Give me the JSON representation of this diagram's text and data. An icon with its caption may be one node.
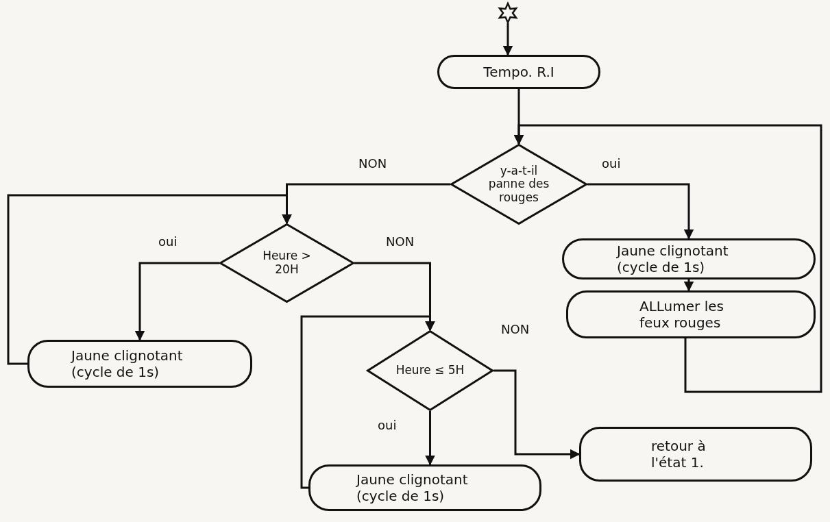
{
  "diagram": {
    "nodes": [
      {
        "text": [],
        "shape": "star"
      },
      {
        "text": [
          "Tempo. R.I"
        ]
      },
      {
        "text": [
          "y-a-t-il panne des rouges"
        ]
      },
      {
        "text": [
          "Jaune clignotant (cycle de 1s)"
        ]
      },
      {
        "text": [
          "ALLumer les feux rouges"
        ]
      },
      {
        "text": [
          "Heure > 20H"
        ]
      },
      {
        "text": [
          "Jaune clignotant (cycle de 1s)"
        ]
      },
      {
        "text": [
          "Heure ≤ 5H"
        ]
      },
      {
        "text": [
          "Jaune clignotant (cycle de 1s)"
        ]
      },
      {
        "text": [
          "retour à l'état 1."
        ]
      }
    ],
    "edges": [
      {
        "from": 0,
        "to": 1,
        "arrow": "to"
      },
      {
        "from": 1,
        "to": 2,
        "arrow": "to"
      },
      {
        "from": 2,
        "to": 3,
        "arrow": "to",
        "label": "oui"
      },
      {
        "from": 3,
        "to": 4,
        "arrow": "to"
      },
      {
        "from": 4,
        "to": 2,
        "arrow": "to"
      },
      {
        "from": 2,
        "to": 5,
        "arrow": "to",
        "label": "NON"
      },
      {
        "from": 5,
        "to": 6,
        "arrow": "to",
        "label": "oui"
      },
      {
        "from": 6,
        "to": 5,
        "arrow": "to"
      },
      {
        "from": 5,
        "to": 7,
        "arrow": "to",
        "label": "NON"
      },
      {
        "from": 7,
        "to": 8,
        "arrow": "to",
        "label": "oui"
      },
      {
        "from": 8,
        "to": 7,
        "arrow": "to"
      },
      {
        "from": 7,
        "to": 9,
        "arrow": "to",
        "label": "NON"
      }
    ]
  }
}
